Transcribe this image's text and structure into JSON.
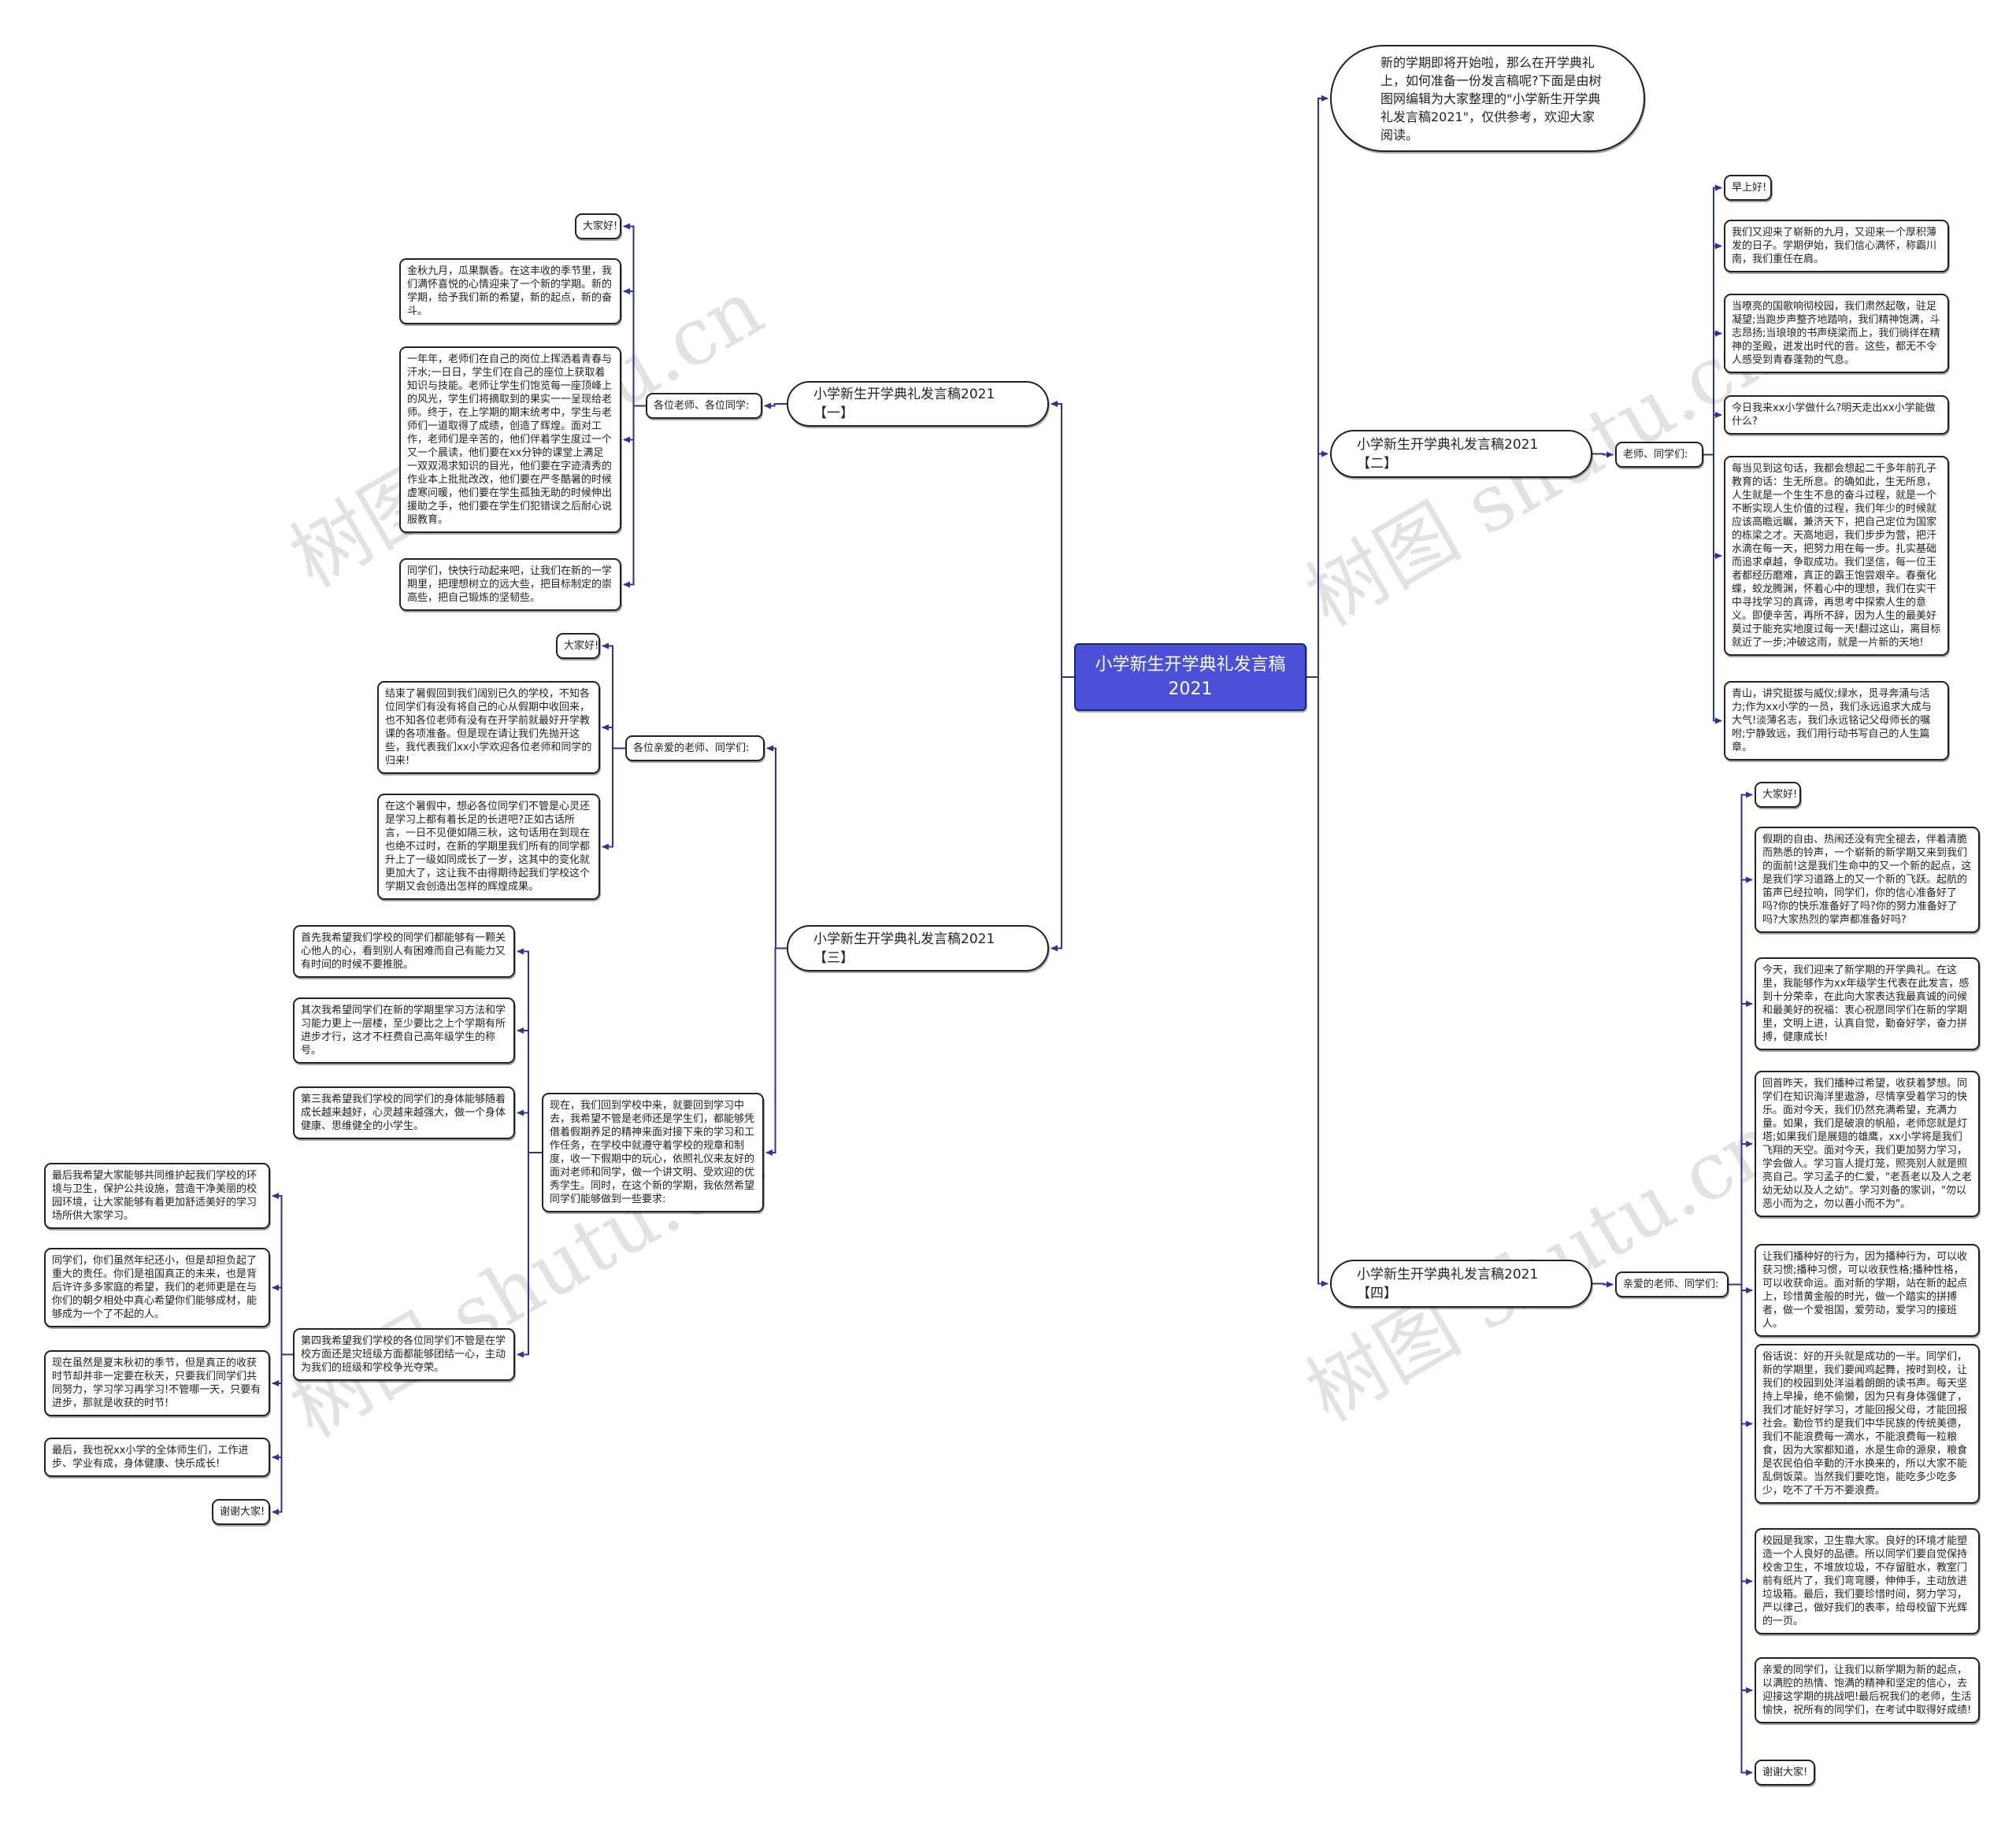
{
  "root": {
    "title": "小学新生开学典礼发言稿2021"
  },
  "intro": {
    "text": "新的学期即将开始啦，那么在开学典礼上，如何准备一份发言稿呢?下面是由树图网编辑为大家整理的\"小学新生开学典礼发言稿2021\"，仅供参考，欢迎大家阅读。"
  },
  "branch1": {
    "title": "小学新生开学典礼发言稿2021【一】",
    "greeting": "各位老师、各位同学:",
    "items": [
      "大家好!",
      "金秋九月，瓜果飘香。在这丰收的季节里，我们满怀喜悦的心情迎来了一个新的学期。新的学期，给予我们新的希望，新的起点，新的奋斗。",
      "一年年，老师们在自己的岗位上挥洒着青春与汗水;一日日，学生们在自己的座位上获取着知识与技能。老师让学生们饱览每一座顶峰上的风光，学生们将摘取到的果实一一呈现给老师。终于，在上学期的期末统考中，学生与老师们一道取得了成绩，创造了辉煌。面对工作，老师们是辛苦的，他们伴着学生度过一个又一个晨读，他们要在xx分钟的课堂上满足一双双渴求知识的目光，他们要在字迹清秀的作业本上批批改改，他们要在严冬酷暑的时候虚寒问暖，他们要在学生孤独无助的时候伸出援助之手，他们要在学生们犯错误之后耐心说服教育。",
      "同学们，快快行动起来吧，让我们在新的一学期里，把理想树立的远大些，把目标制定的崇高些，把自己锻炼的坚韧些。"
    ]
  },
  "branch2": {
    "title": "小学新生开学典礼发言稿2021【二】",
    "greeting": "老师、同学们:",
    "items": [
      "早上好!",
      "我们又迎来了崭新的九月，又迎来一个厚积薄发的日子。学期伊始，我们信心满怀，称霸川南，我们重任在肩。",
      "当嘹亮的国歌响彻校园，我们肃然起敬，驻足凝望;当跑步声整齐地踏响，我们精神饱满，斗志昂扬;当琅琅的书声绕梁而上，我们徜徉在精神的圣殿，迸发出时代的音。这些，都无不令人感受到青春蓬勃的气息。",
      "今日我来xx小学做什么?明天走出xx小学能做什么?",
      "每当见到这句话，我都会想起二千多年前孔子教育的话：生无所息。的确如此，生无所息，人生就是一个生生不息的奋斗过程，就是一个不断实现人生价值的过程，我们年少的时候就应该高瞻远瞩，兼济天下，把自己定位为国家的栋梁之才。天高地迥，我们步步为营，把汗水滴在每一天，把努力用在每一步。扎实基础而追求卓越，争取成功。我们坚信，每一位王者都经历磨难，真正的霸王饱尝艰辛。春蚕化蝶，蛟龙腾渊，怀着心中的理想，我们在实干中寻找学习的真谛，再思考中探索人生的意义。即便辛苦，再所不辞，因为人生的最美好莫过于能充实地度过每一天!翻过这山，离目标就近了一步;冲破这雨，就是一片新的天地!",
      "青山，讲究挺拔与威仪;绿水，觅寻奔涌与活力;作为xx小学的一员，我们永远追求大成与大气!淡薄名志，我们永远铭记父母师长的嘱咐;宁静致远，我们用行动书写自己的人生篇章。"
    ]
  },
  "branch3": {
    "title": "小学新生开学典礼发言稿2021【三】",
    "greeting": "各位亲爱的老师、同学们:",
    "greeting_items": [
      "大家好!",
      "结束了暑假回到我们阔别已久的学校，不知各位同学们有没有将自己的心从假期中收回来，也不知各位老师有没有在开学前就最好开学教课的各项准备。但是现在请让我们先抛开这些，我代表我们xx小学欢迎各位老师和同学的归来!",
      "在这个暑假中，想必各位同学们不管是心灵还是学习上都有着长足的长进吧?正如古话所言，一日不见便如隔三秋，这句话用在到现在也绝不过时，在新的学期里我们所有的同学都升上了一级如同成长了一岁，这其中的变化就更加大了，这让我不由得期待起我们学校这个学期又会创造出怎样的辉煌成果。"
    ],
    "now": "现在，我们回到学校中来，就要回到学习中去，我希望不管是老师还是学生们，都能够凭借着假期养足的精神来面对接下来的学习和工作任务，在学校中就遵守着学校的规章和制度，收一下假期中的玩心，依照礼仪来友好的面对老师和同学，做一个讲文明、受欢迎的优秀学生。同时，在这个新的学期，我依然希望同学们能够做到一些要求:",
    "requirements": [
      "首先我希望我们学校的同学们都能够有一颗关心他人的心，看到别人有困难而自己有能力又有时间的时候不要推脱。",
      "其次我希望同学们在新的学期里学习方法和学习能力更上一层楼，至少要比之上个学期有所进步才行，这才不枉费自己高年级学生的称号。",
      "第三我希望我们学校的同学们的身体能够随着成长越来越好，心灵越来越强大，做一个身体健康、思维健全的小学生。",
      "第四我希望我们学校的各位同学们不管是在学校方面还是灾班级方面都能够团结一心，主动为我们的班级和学校争光夺荣。"
    ],
    "closing": [
      "最后我希望大家能够共同维护起我们学校的环境与卫生，保护公共设施，营造干净美丽的校园环境，让大家能够有着更加舒适美好的学习场所供大家学习。",
      "同学们，你们虽然年纪还小，但是却担负起了重大的责任。你们是祖国真正的未来，也是背后许许多多家庭的希望，我们的老师更是在与你们的朝夕相处中真心希望你们能够成材，能够成为一个了不起的人。",
      "现在虽然是夏末秋初的季节，但是真正的收获时节却并非一定要在秋天，只要我们同学们共同努力，学习学习再学习!不管哪一天，只要有进步，那就是收获的时节!",
      "最后，我也祝xx小学的全体师生们，工作进步、学业有成，身体健康、快乐成长!",
      "谢谢大家!"
    ]
  },
  "branch4": {
    "title": "小学新生开学典礼发言稿2021【四】",
    "greeting": "亲爱的老师、同学们:",
    "items": [
      "大家好!",
      "假期的自由、热闹还没有完全褪去，伴着清脆而熟悉的铃声，一个崭新的新学期又来到我们的面前!这是我们生命中的又一个新的起点，这是我们学习道路上的又一个新的飞跃。起航的笛声已经拉响，同学们，你的信心准备好了吗?你的快乐准备好了吗?你的努力准备好了吗?大家热烈的掌声都准备好吗?",
      "今天，我们迎来了新学期的开学典礼。在这里，我能够作为xx年级学生代表在此发言，感到十分荣幸，在此向大家表达我最真诚的问候和最美好的祝福：衷心祝愿同学们在新的学期里，文明上进，认真自觉，勤奋好学，奋力拼搏，健康成长!",
      "回首昨天，我们播种过希望，收获着梦想。同学们在知识海洋里遨游，尽情享受着学习的快乐。面对今天，我们仍然充满希望，充满力量。如果，我们是破浪的帆船，老师您就是灯塔;如果我们是展翅的雄鹰，xx小学将是我们飞翔的天空。面对今天，我们更加努力学习，学会做人。学习盲人提灯笼，照亮别人就是照亮自己。学习孟子的仁爱，\"老吾老以及人之老幼无幼以及人之幼\"。学习刘备的家训，\"勿以恶小而为之，勿以善小而不为\"。",
      "让我们播种好的行为，因为播种行为，可以收获习惯;播种习惯，可以收获性格;播种性格，可以收获命运。面对新的学期，站在新的起点上，珍惜黄金般的时光，做一个踏实的拼搏者，做一个爱祖国，爱劳动，爱学习的接班人。",
      "俗话说：好的开头就是成功的一半。同学们，新的学期里，我们要闻鸡起舞，按时到校，让我们的校园到处洋溢着朗朗的读书声。每天坚持上早操，绝不偷懒，因为只有身体强健了，我们才能好好学习，才能回报父母，才能回报社会。勤俭节约是我们中华民族的传统美德，我们不能浪费每一滴水，不能浪费每一粒粮食，因为大家都知道，水是生命的源泉，粮食是农民伯伯辛勤的汗水换来的，所以大家不能乱倒饭菜。当然我们要吃饱，能吃多少吃多少，吃不了千万不要浪费。",
      "校园是我家，卫生靠大家。良好的环境才能塑造一个人良好的品德。所以同学们要自觉保持校舍卫生，不堆放垃圾，不存留脏水，教室门前有纸片了，我们弯弯腰，伸伸手，主动放进垃圾箱。最后，我们要珍惜时间，努力学习，严以律己，做好我们的表率，给母校留下光辉的一页。",
      "亲爱的同学们，让我们以新学期为新的起点，以满腔的热情、饱满的精神和坚定的信心，去迎接这学期的挑战吧!最后祝我们的老师，生活愉快，祝所有的同学们，在考试中取得好成绩!",
      "谢谢大家!"
    ]
  },
  "watermark": "树图 shutu.cn",
  "colors": {
    "root_fill": "#4a50d8",
    "connector": "#2e3399"
  }
}
